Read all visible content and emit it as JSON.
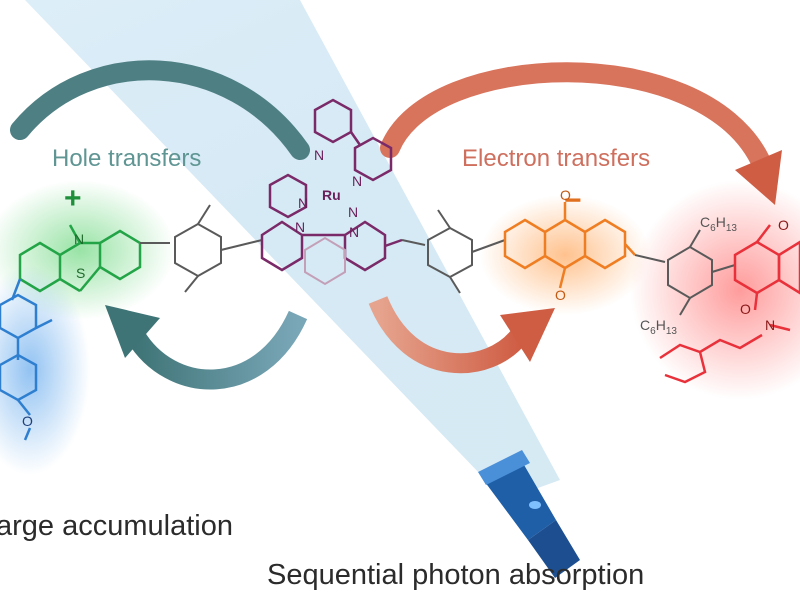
{
  "labels": {
    "hole_transfers": "Hole transfers",
    "electron_transfers": "Electron transfers",
    "charge_accumulation": "arge accumulation",
    "sequential_photon": "Sequential photon absorption",
    "plus_sign": "+",
    "minus_sign": "−"
  },
  "atoms": {
    "ru": "Ru",
    "n_label": "N",
    "s_label": "S",
    "o_label": "O",
    "c6h13_c": "C",
    "c6h13_sub6": "6",
    "c6h13_h": "H",
    "c6h13_sub13": "13"
  },
  "colors": {
    "hole_arrow": "#4e7f83",
    "electron_arrow": "#d2654c",
    "donor_green": "#22a447",
    "methoxyphenyl_blue": "#2f7fd0",
    "ruthenium_purple": "#7a2a68",
    "anthraquinone_orange": "#ef7d22",
    "acceptor_red": "#e8313a",
    "light_beam": "#b9dcef",
    "flashlight_body": "#1f5fa8"
  }
}
